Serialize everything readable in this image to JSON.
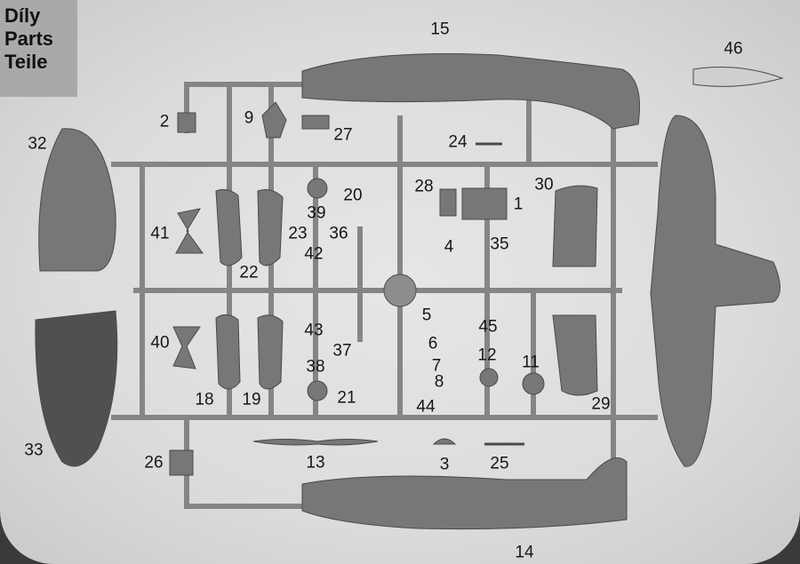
{
  "legend": {
    "cs": "Díly",
    "en": "Parts",
    "de": "Teile"
  },
  "parts": {
    "p1": "1",
    "p2": "2",
    "p3": "3",
    "p4": "4",
    "p5": "5",
    "p6": "6",
    "p7": "7",
    "p8": "8",
    "p9": "9",
    "p11": "11",
    "p12": "12",
    "p13": "13",
    "p14": "14",
    "p15": "15",
    "p18": "18",
    "p19": "19",
    "p20": "20",
    "p21": "21",
    "p22": "22",
    "p23": "23",
    "p24": "24",
    "p25": "25",
    "p26": "26",
    "p27": "27",
    "p28": "28",
    "p29": "29",
    "p30": "30",
    "p32": "32",
    "p33": "33",
    "p35": "35",
    "p36": "36",
    "p37": "37",
    "p38": "38",
    "p39": "39",
    "p40": "40",
    "p41": "41",
    "p42": "42",
    "p43": "43",
    "p44": "44",
    "p45": "45",
    "p46": "46"
  },
  "colors": {
    "plastic": "#7b7b79",
    "sprue": "#8a8a88",
    "background": "#dededc"
  }
}
